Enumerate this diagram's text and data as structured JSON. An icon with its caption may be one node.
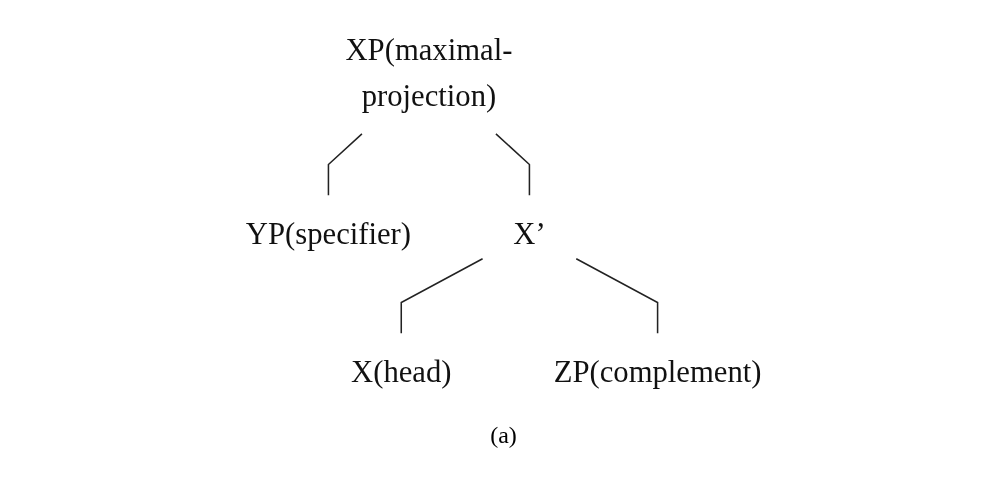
{
  "diagram": {
    "caption": "(a)",
    "nodes": [
      {
        "text": [
          "XP(maximal-projection)"
        ]
      },
      {
        "text": [
          "YP(specifier)"
        ]
      },
      {
        "text": [
          "X’"
        ]
      },
      {
        "text": [
          "X(head)"
        ]
      },
      {
        "text": [
          "ZP(complement)"
        ]
      }
    ],
    "edges": [
      {
        "from": 0,
        "to": 1,
        "arrow": "none"
      },
      {
        "from": 0,
        "to": 2,
        "arrow": "none"
      },
      {
        "from": 2,
        "to": 3,
        "arrow": "none"
      },
      {
        "from": 2,
        "to": 4,
        "arrow": "none"
      }
    ]
  }
}
